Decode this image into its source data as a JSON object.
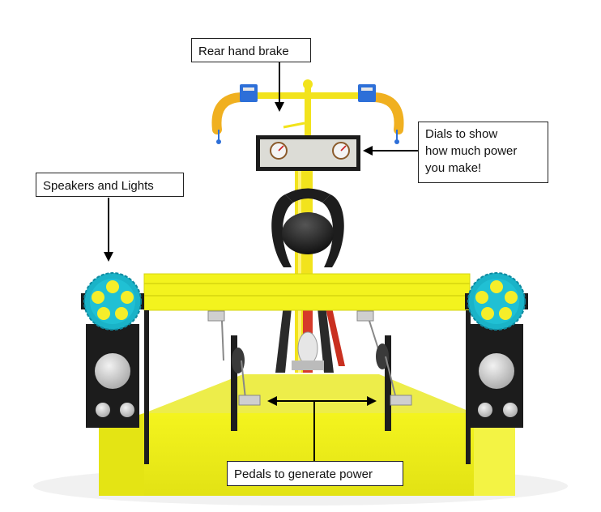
{
  "labels": {
    "rear_hand_brake": "Rear hand brake",
    "dials": "Dials to show\nhow much power\nyou make!",
    "speakers_lights": "Speakers and Lights",
    "pedals": "Pedals to generate power"
  },
  "colors": {
    "frame_yellow": "#f2f21e",
    "handlebar_orange": "#f0b020",
    "speaker_cyan": "#1ab3c8",
    "light_yellow": "#f5ee2a",
    "dark": "#1c1c1c",
    "blue_grip": "#2d6fd8"
  }
}
